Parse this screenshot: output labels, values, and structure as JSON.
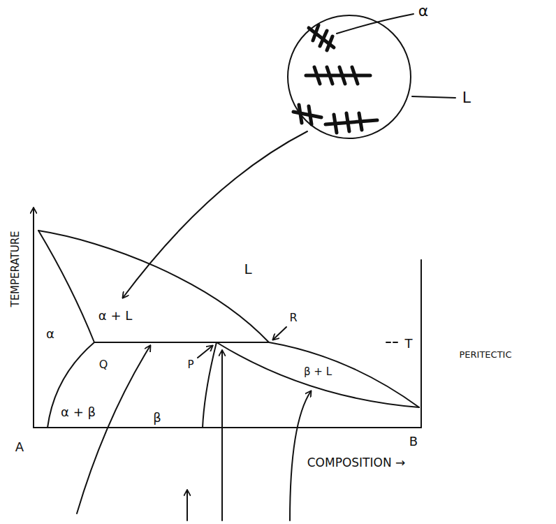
{
  "diagram": {
    "labels": [
      "α",
      "L",
      "TEMPERATURE",
      "L",
      "α + L",
      "α",
      "R",
      "Q",
      "P",
      "T",
      "PERITECTIC",
      "β + L",
      "α + β",
      "β",
      "A",
      "B",
      "COMPOSITION →"
    ]
  }
}
